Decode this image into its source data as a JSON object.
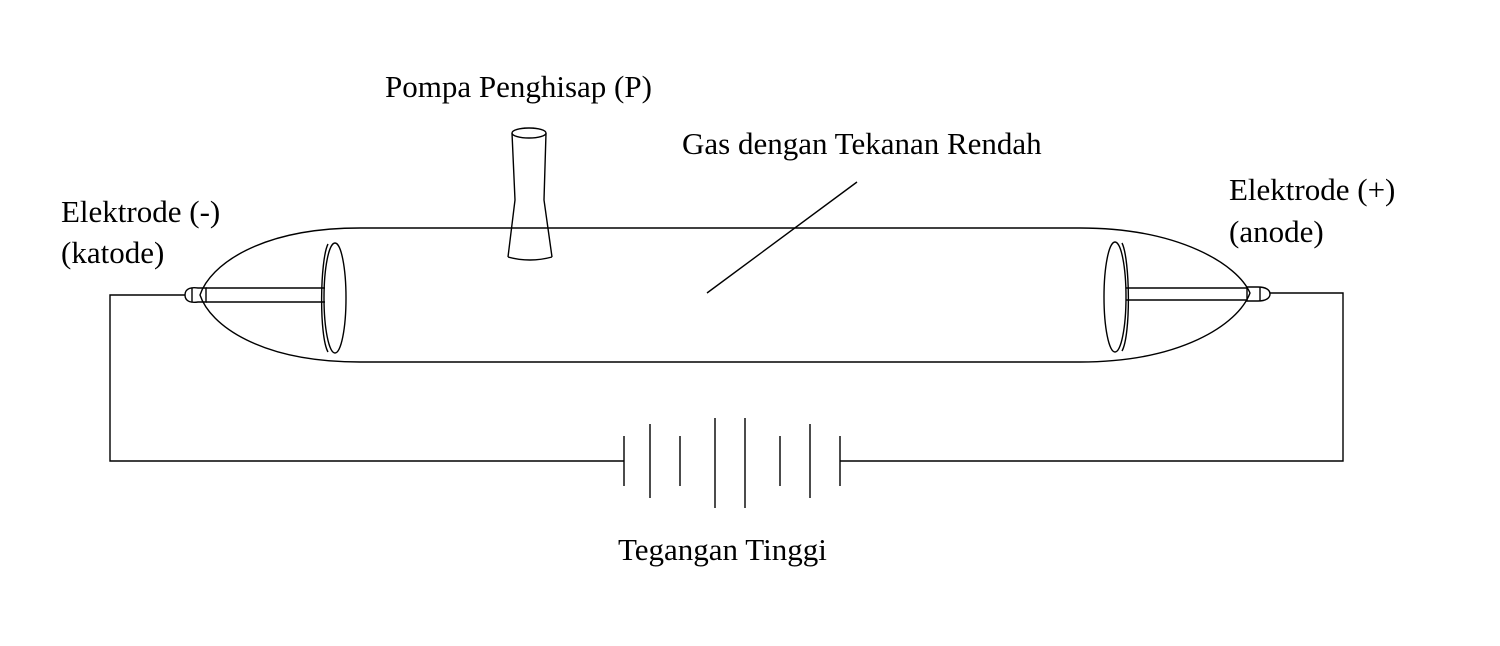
{
  "labels": {
    "pump": "Pompa Penghisap (P)",
    "gas": "Gas dengan Tekanan Rendah",
    "cathode_line1": "Elektrode (-)",
    "cathode_line2": "(katode)",
    "anode_line1": "Elektrode (+)",
    "anode_line2": "(anode)",
    "voltage": "Tegangan Tinggi"
  },
  "colors": {
    "stroke": "#000000",
    "background": "#ffffff"
  }
}
